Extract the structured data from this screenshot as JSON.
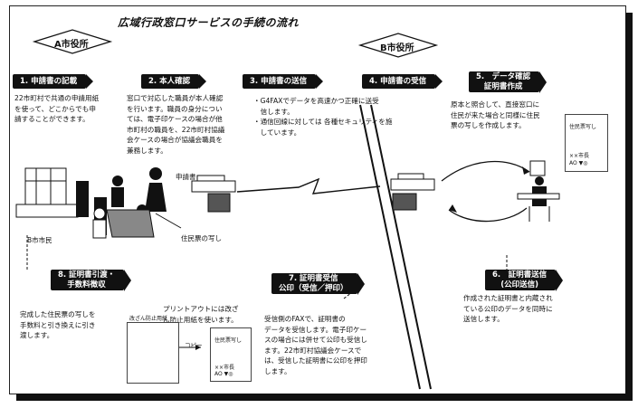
{
  "title": "広域行政窓口サービスの手続の流れ",
  "offices": {
    "a": "A市役所",
    "b": "B市役所"
  },
  "steps": [
    {
      "label": "1. 申請書の記載",
      "desc": "22市町村で共通の申請用紙\nを使って、どこからでも申\n請することができます。"
    },
    {
      "label": "2. 本人確認",
      "desc": "窓口で対応した職員が本人確認\nを行います。職員の身分につい\nては、電子印ケースの場合が他\n市町村の職員を、22市町村協議\n会ケースの場合が協議会職員を\n兼務します。"
    },
    {
      "label": "3. 申請書の送信",
      "desc": "・G4FAXでデータを高速かつ正確に送受\n　信します。\n・通信回線に対しては 各種セキュリティを施\n　しています。"
    },
    {
      "label": "4. 申請書の受信"
    },
    {
      "label_line1": "5.　データ確認",
      "label_line2": "証明書作成",
      "desc": "原本と照合して、直接窓口に\n住民が来た場合と同様に住民\n票の写しを作成します。"
    },
    {
      "label_line1": "6.　証明書送信",
      "label_line2": "(公印送信)",
      "desc": "作成された証明書と内蔵され\nている公印のデータを同時に\n送信します。"
    },
    {
      "label_line1": "7. 証明書受信",
      "label_line2": "公印（受信／押印）",
      "desc": "受信側のFAXで、証明書の\nデータを受信します。電子印ケー\nスの場合には併せて公印も受信し\nます。22市町村協議会ケースで\nは、受信した証明書に公印を押印\nします。"
    },
    {
      "label_line1": "8. 証明書引渡・",
      "label_line2": "手数料徴収",
      "desc": "完成した住民票の写しを\n手数料と引き換えに引き\n渡します。"
    }
  ],
  "labels": {
    "application_form": "申請書",
    "resident_copy": "住民票の写し",
    "b_citizen": "B市市民",
    "printout_note": "プリントアウトには改ざ\nん防止用紙を使います。",
    "copy": "コピー",
    "anti_tamper_paper": "改ざん防止用紙",
    "doc_title": "住民票写し",
    "doc_footer": "××市長",
    "doc_seal": "AO ▼◎"
  }
}
